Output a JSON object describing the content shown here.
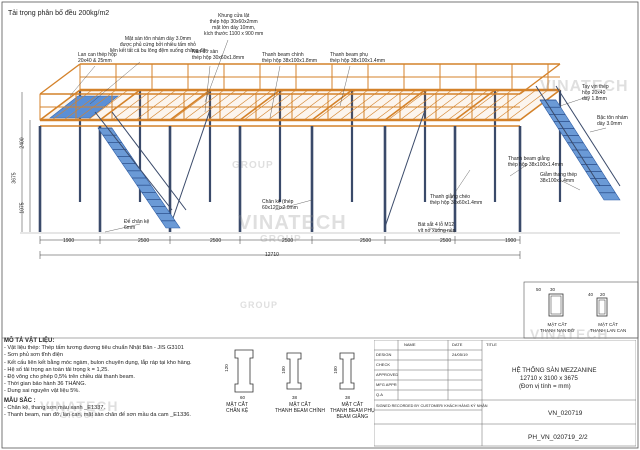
{
  "header": {
    "load_note": "Tải trọng phân bố đều 200kg/m2"
  },
  "callouts": [
    {
      "id": "c1",
      "text": "Khung cửa lật\nthép hộp 30x60x2mm\nmặt lớn dày 10mm,\nkích thước 1100 x 900 mm"
    },
    {
      "id": "c2",
      "text": "Mặt sàn tôn nhám dày 3.0mm\nđược phủ cứng bởi nhiều tấm nhỏ\nliên kết tất cả bu lông đệm xuống chăng đỡ"
    },
    {
      "id": "c3",
      "text": "Lan can thép hộp\n20x40 & 25mm"
    },
    {
      "id": "c4",
      "text": "Nan đỡ sàn\nthép hộp 30x60x1.8mm"
    },
    {
      "id": "c5",
      "text": "Thanh beam chính\nthép hộp 38x100x1.8mm"
    },
    {
      "id": "c6",
      "text": "Thanh beam phụ\nthép hộp 38x100x1.4mm"
    },
    {
      "id": "c7",
      "text": "Tay vịn thép\nhộp 20x40\ndày 1.8mm"
    },
    {
      "id": "c8",
      "text": "Bậc tôn nhám\ndày 3.0mm"
    },
    {
      "id": "c9",
      "text": "Thanh beam giằng\nthép hộp 38x100x1.4mm"
    },
    {
      "id": "c10",
      "text": "Giằm thang thép\n38x100x1.4mm"
    },
    {
      "id": "c11",
      "text": "Thanh giằng chéo\nthép hộp 30x60x1.4mm"
    },
    {
      "id": "c12",
      "text": "Chân kệ (thép\n60x120)x2.0mm"
    },
    {
      "id": "c13",
      "text": "Đế chân kệ\n6mm"
    },
    {
      "id": "c14",
      "text": "Bát sắt 4 lỗ M12\nvít nở xuống nền"
    }
  ],
  "dimensions": {
    "bottom": [
      "1900",
      "2500",
      "2500",
      "2500",
      "2500",
      "2500",
      "1900"
    ],
    "total": "12710",
    "left_v1": "3675",
    "left_v2": "2400",
    "left_v3": "1075"
  },
  "sections_top": [
    {
      "label": "MẶT CẮT\nTHANH NAN ĐỠ",
      "dims": [
        "50",
        "30"
      ]
    },
    {
      "label": "MẶT CẮT\nTHANH LAN CAN",
      "dims": [
        "40",
        "20"
      ]
    }
  ],
  "sections_bottom": [
    {
      "label": "MẶT CẮT\nCHÂN KỆ",
      "dims": [
        "120",
        "60"
      ]
    },
    {
      "label": "MẶT CẮT\nTHANH BEAM CHÍNH",
      "dims": [
        "100",
        "38"
      ]
    },
    {
      "label": "MẶT CẮT\nTHANH BEAM PHỤ\nBEAM GIẰNG",
      "dims": [
        "100",
        "38"
      ]
    }
  ],
  "notes": {
    "title1": "MÔ TẢ VẬT LIỆU:",
    "items1": [
      "- Vật liệu thép: Thép tấm tương đương tiêu chuẩn Nhật Bản - JIS G3101",
      "- Sơn phủ sơn tĩnh điện",
      "- Kết cấu liên kết bằng móc ngàm, bulon chuyên dụng, lắp ráp tại kho hàng.",
      "- Hệ số tải trọng an toàn tải trọng k = 1,25.",
      "- Độ võng cho phép 0,5% trên chiều dài thanh beam.",
      "- Thời gian bảo hành 36 THÁNG.",
      "- Dung sai nguyên vật liệu 5%."
    ],
    "title2": "MẪU SẮC :",
    "items2": [
      "- Chân kệ, thang sơn màu xanh _E1337.",
      "- Thanh beam, nan đỡ, lan can, mặt sàn chân đế sơn mầu da cam _E1336."
    ]
  },
  "title_block": {
    "col_name": "NAME",
    "col_date": "DATE",
    "col_title": "TITLE",
    "rows": [
      "DESIGN",
      "CHECK",
      "APPROVED",
      "MFG APPR",
      "Q.A"
    ],
    "design_date": "24/05/19",
    "approved_by": "SIGNED RECORDED BY CUSTOMER/ KHÁCH HÀNG KÝ NHẬN",
    "title_line1": "HỆ THỐNG SÀN MEZZANINE",
    "title_line2": "12710 x 3100 x 3675",
    "title_line3": "(Đơn vị tính = mm)",
    "code": "VN_020719",
    "sheet": "PH_VN_020719_2/2"
  },
  "watermarks": [
    "VINATECH",
    "GROUP"
  ],
  "colors": {
    "frame": "#d4822a",
    "column": "#3a4a6a",
    "stair": "#4d7fc4",
    "line": "#333333"
  }
}
